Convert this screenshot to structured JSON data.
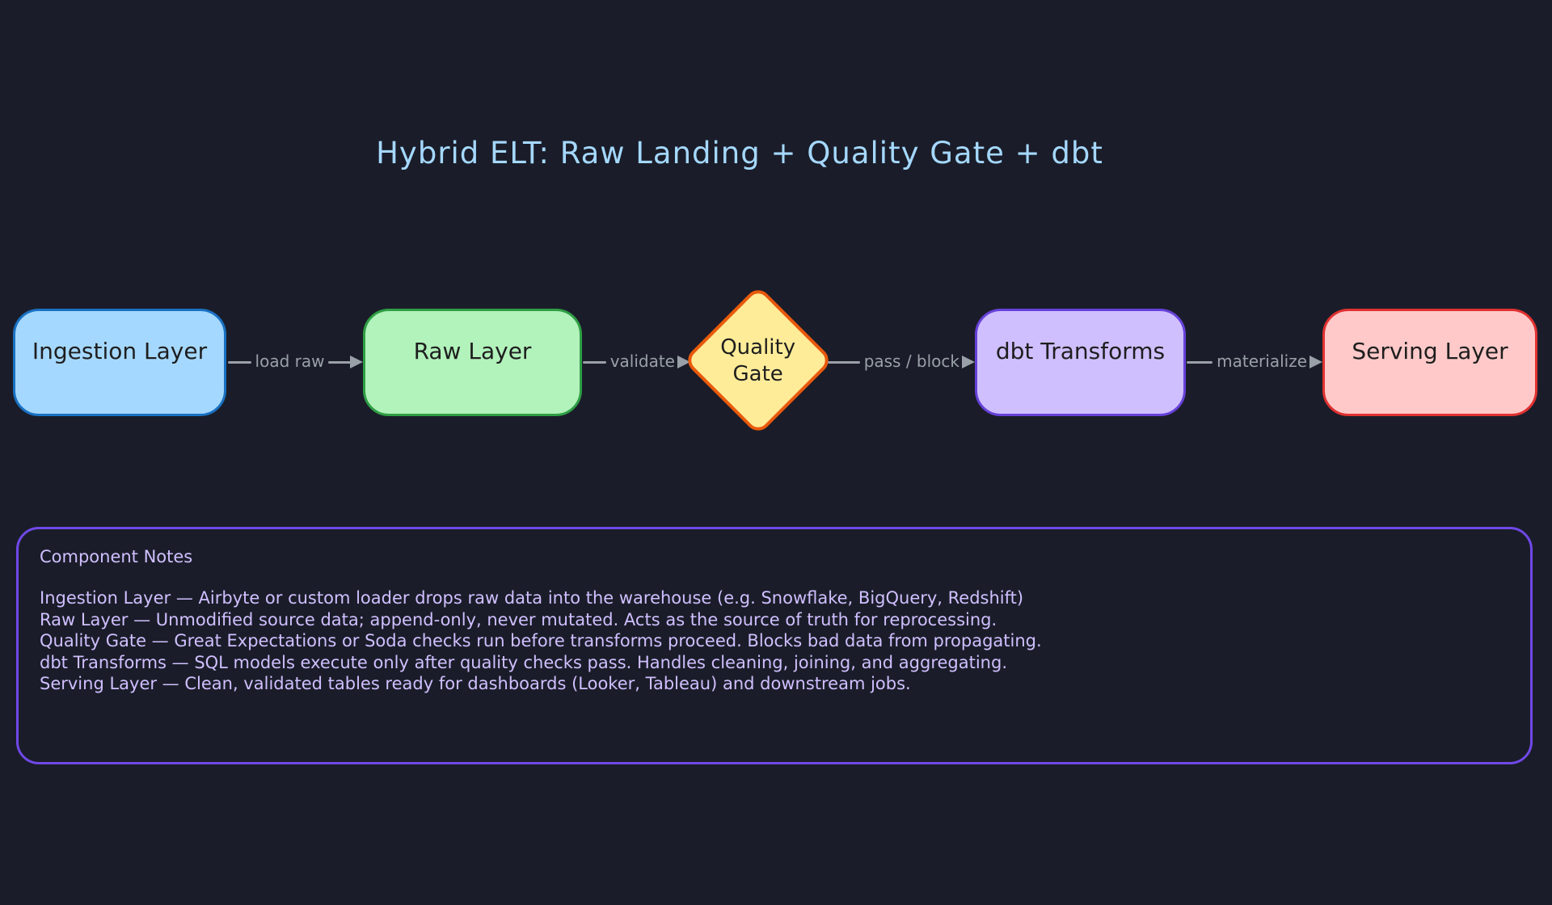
{
  "title": "Hybrid ELT: Raw Landing + Quality Gate + dbt",
  "colors": {
    "background": "#1a1d29",
    "title_text": "#a5d8ff",
    "connector": "#9aa0a8",
    "node_text": "#1e1e1e"
  },
  "nodes": [
    {
      "id": "ingestion-layer",
      "label": "Ingestion Layer",
      "shape": "rectangle",
      "fill": "#a5d8ff",
      "border": "#1971c2"
    },
    {
      "id": "raw-layer",
      "label": "Raw Layer",
      "shape": "rectangle",
      "fill": "#b2f2bb",
      "border": "#2f9e44"
    },
    {
      "id": "quality-gate",
      "label": "Quality Gate",
      "shape": "diamond",
      "fill": "#ffec99",
      "border": "#e8590c"
    },
    {
      "id": "dbt-transforms",
      "label": "dbt Transforms",
      "shape": "rectangle",
      "fill": "#d0bfff",
      "border": "#6741d9"
    },
    {
      "id": "serving-layer",
      "label": "Serving Layer",
      "shape": "rectangle",
      "fill": "#ffc9c9",
      "border": "#e03131"
    }
  ],
  "connectors": [
    {
      "from": "ingestion-layer",
      "to": "raw-layer",
      "label": "load raw"
    },
    {
      "from": "raw-layer",
      "to": "quality-gate",
      "label": "validate"
    },
    {
      "from": "quality-gate",
      "to": "dbt-transforms",
      "label": "pass / block"
    },
    {
      "from": "dbt-transforms",
      "to": "serving-layer",
      "label": "materialize"
    }
  ],
  "notes": {
    "title": "Component Notes",
    "border_color": "#7048e8",
    "text_color": "#d0bfff",
    "lines": [
      "Ingestion Layer — Airbyte or custom loader drops raw data into the warehouse (e.g. Snowflake, BigQuery, Redshift)",
      "Raw Layer — Unmodified source data; append-only, never mutated. Acts as the source of truth for reprocessing.",
      "Quality Gate — Great Expectations or Soda checks run before transforms proceed. Blocks bad data from propagating.",
      "dbt Transforms — SQL models execute only after quality checks pass. Handles cleaning, joining, and aggregating.",
      "Serving Layer — Clean, validated tables ready for dashboards (Looker, Tableau) and downstream jobs."
    ]
  }
}
